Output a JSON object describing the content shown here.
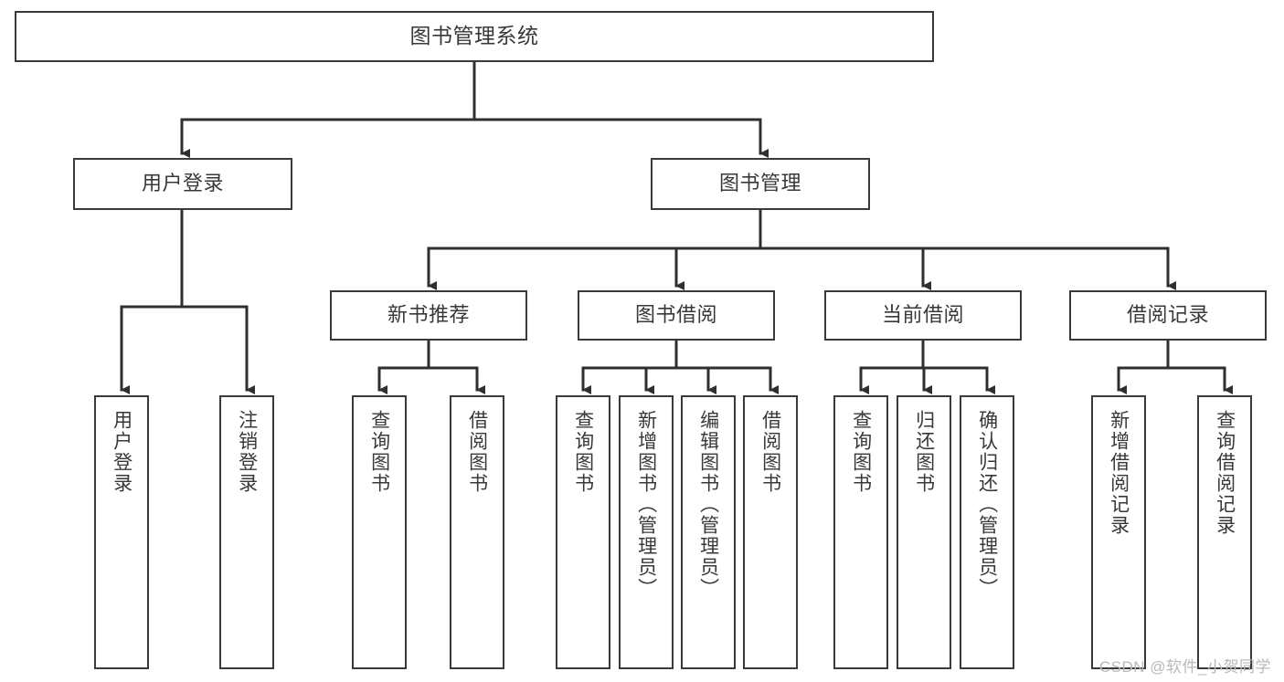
{
  "diagram": {
    "title": "图书管理系统",
    "type": "tree-hierarchy",
    "nodes": {
      "root": {
        "label": "图书管理系统"
      },
      "login": {
        "label": "用户登录"
      },
      "bookmgmt": {
        "label": "图书管理"
      },
      "newbook": {
        "label": "新书推荐"
      },
      "borrow": {
        "label": "图书借阅"
      },
      "current": {
        "label": "当前借阅"
      },
      "record": {
        "label": "借阅记录"
      },
      "login_a": {
        "label": "用户登录"
      },
      "login_b": {
        "label": "注销登录"
      },
      "newbook_a": {
        "label": "查询图书"
      },
      "newbook_b": {
        "label": "借阅图书"
      },
      "borrow_a": {
        "label": "查询图书"
      },
      "borrow_b": {
        "label": "新增图书（管理员）"
      },
      "borrow_c": {
        "label": "编辑图书（管理员）"
      },
      "borrow_d": {
        "label": "借阅图书"
      },
      "current_a": {
        "label": "查询图书"
      },
      "current_b": {
        "label": "归还图书"
      },
      "current_c": {
        "label": "确认归还（管理员）"
      },
      "record_a": {
        "label": "新增借阅记录"
      },
      "record_b": {
        "label": "查询借阅记录"
      }
    },
    "edges": [
      {
        "from": "root",
        "to": "login"
      },
      {
        "from": "root",
        "to": "bookmgmt"
      },
      {
        "from": "login",
        "to": "login_a"
      },
      {
        "from": "login",
        "to": "login_b"
      },
      {
        "from": "bookmgmt",
        "to": "newbook"
      },
      {
        "from": "bookmgmt",
        "to": "borrow"
      },
      {
        "from": "bookmgmt",
        "to": "current"
      },
      {
        "from": "bookmgmt",
        "to": "record"
      },
      {
        "from": "newbook",
        "to": "newbook_a"
      },
      {
        "from": "newbook",
        "to": "newbook_b"
      },
      {
        "from": "borrow",
        "to": "borrow_a"
      },
      {
        "from": "borrow",
        "to": "borrow_b"
      },
      {
        "from": "borrow",
        "to": "borrow_c"
      },
      {
        "from": "borrow",
        "to": "borrow_d"
      },
      {
        "from": "current",
        "to": "current_a"
      },
      {
        "from": "current",
        "to": "current_b"
      },
      {
        "from": "current",
        "to": "current_c"
      },
      {
        "from": "record",
        "to": "record_a"
      },
      {
        "from": "record",
        "to": "record_b"
      }
    ],
    "colors": {
      "box_border": "#3a3a3a",
      "box_fill": "#ffffff",
      "text": "#37383a",
      "connector": "#2f2f2f",
      "watermark": "#b9b9b9",
      "background": "#ffffff"
    }
  },
  "watermark": {
    "text": "CSDN @软件_小贺同学"
  }
}
